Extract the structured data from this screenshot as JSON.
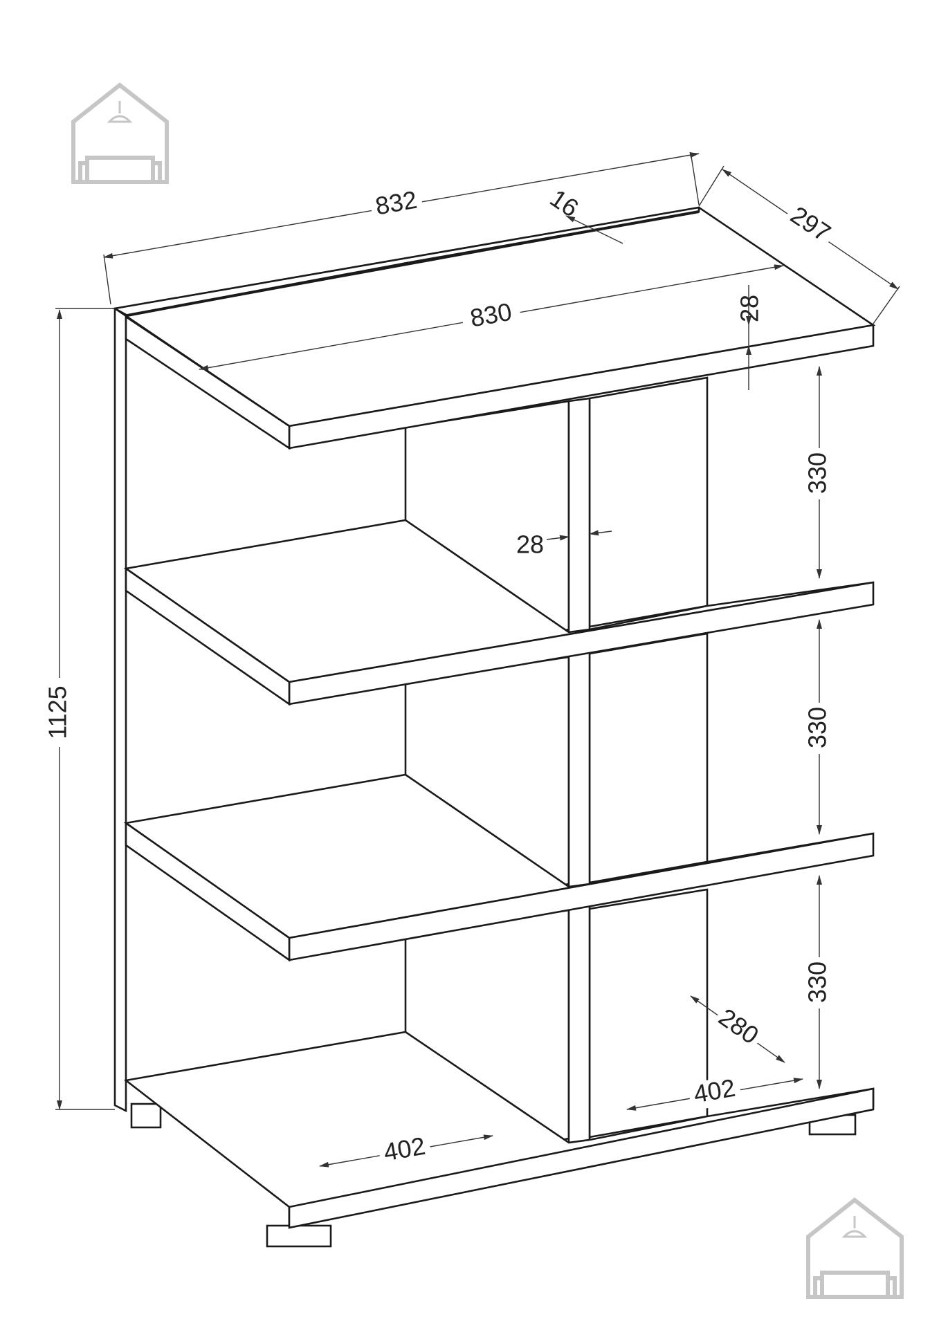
{
  "dimensions": {
    "overall_width": "832",
    "depth": "297",
    "top_thickness": "16",
    "top_inner_width": "830",
    "shelf_thickness": "28",
    "divider_thickness": "28",
    "compartment_height_1": "330",
    "compartment_height_2": "330",
    "compartment_height_3": "330",
    "overall_height": "1125",
    "inner_depth": "280",
    "bottom_width_right": "402",
    "bottom_width_left": "402"
  },
  "logo_icon": "house-with-sofa-icon",
  "line_color": "#1a1a1a",
  "logo_color": "#c6c6c6"
}
